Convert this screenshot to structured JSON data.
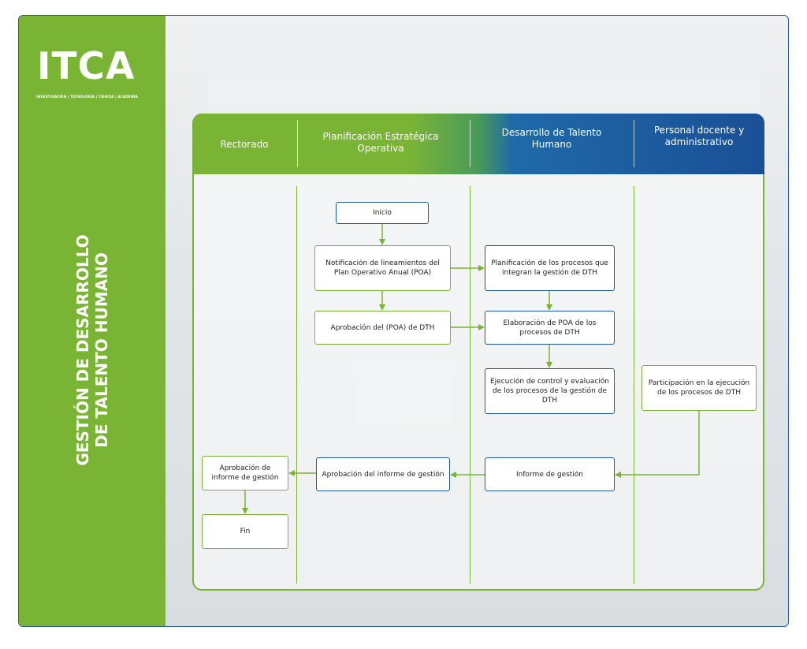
{
  "brand": {
    "logo": "ITCA",
    "tagline": "INVESTIGACIÓN | TECNOLOGÍA | CIENCIA | ACADEMIA"
  },
  "sidebar": {
    "title_line1": "GESTIÓN DE DESARROLLO",
    "title_line2": "DE TALENTO HUMANO"
  },
  "lanes": [
    {
      "title": "Rectorado"
    },
    {
      "title": "Planificación Estratégica Operativa"
    },
    {
      "title": "Desarrollo de Talento Humano"
    },
    {
      "title": "Personal docente y administrativo"
    }
  ],
  "nodes": {
    "inicio": "Inicio",
    "notificacion": "Notificación de lineamientos del Plan Operativo Anual (POA)",
    "aprobacion_poa": "Aprobación del (POA) de DTH",
    "planificacion": "Planificación de los procesos que integran la gestión de DTH",
    "elaboracion": "Elaboración de POA de los procesos de DTH",
    "ejecucion": "Ejecución de control y evaluación de los procesos de la gestión de DTH",
    "participacion": "Participación en la ejecución de los procesos de DTH",
    "informe": "Informe de gestión",
    "aprobacion_informe": "Aprobación del informe de gestión",
    "aprobacion_informe_rect": "Aprobación de informe de gestión",
    "fin": "Fin"
  },
  "colors": {
    "green": "#7ab435",
    "blue": "#1f5a9e",
    "navy": "#1a4f96"
  }
}
